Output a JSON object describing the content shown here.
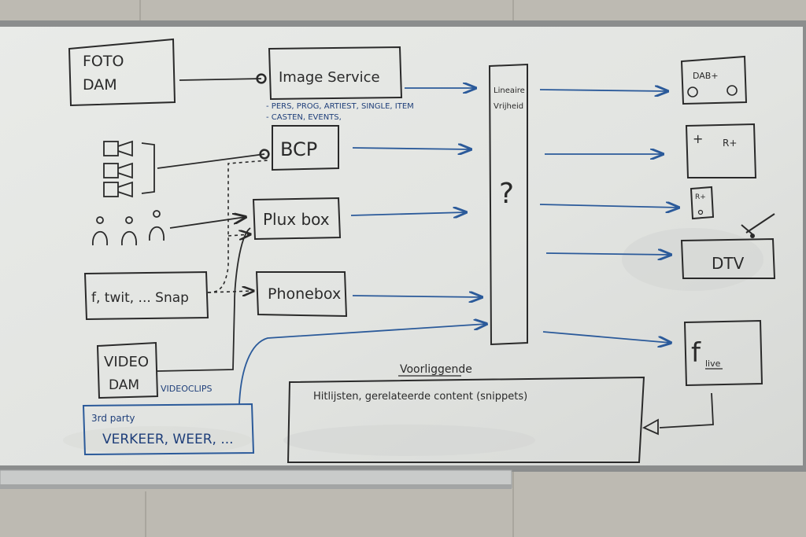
{
  "colors": {
    "wall": "#b9b6ae",
    "board": "#e4e6e3",
    "frame": "#8b8d8d",
    "black_marker": "#2a2a2a",
    "blue_marker": "#2b5a9a",
    "navy_marker": "#1f3f7a"
  },
  "sources": {
    "foto_dam_line1": "FOTO",
    "foto_dam_line2": "DAM",
    "video_dam_line1": "VIDEO",
    "video_dam_line2": "DAM",
    "videoclips": "VIDEOCLIPS",
    "social_label": "f, twit, ... Snap",
    "third_party_label": "3rd party",
    "third_party_items": "VERKEER, WEER, ..."
  },
  "services": {
    "image_service": "Image Service",
    "image_service_note_1": "- PERS, PROG, ARTIEST, SINGLE, ITEM",
    "image_service_note_2": "- CASTEN, EVENTS,",
    "bcp": "BCP",
    "plux_box": "Plux box",
    "phonebox": "Phonebox"
  },
  "hub": {
    "title_line1": "Lineaire",
    "title_line2": "Vrijheid",
    "question": "?"
  },
  "outputs": {
    "dab_plus": "DAB+",
    "r_plus": "R+",
    "plus_sign": "+",
    "phone_r_plus": "R+",
    "dtv": "DTV",
    "facebook_f": "f",
    "facebook_live": "live"
  },
  "bottom": {
    "title": "Voorliggende",
    "content": "Hitlijsten, gerelateerde content (snippets)"
  }
}
